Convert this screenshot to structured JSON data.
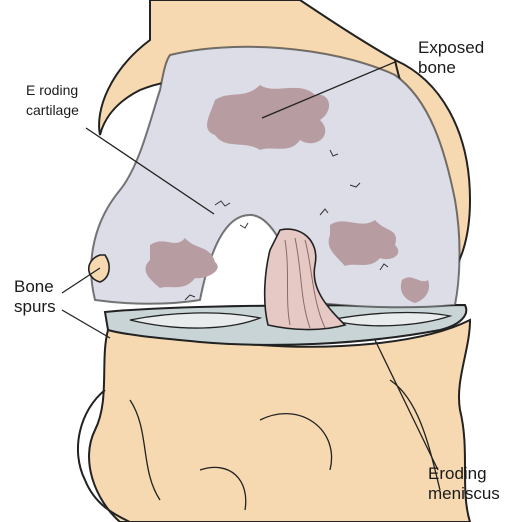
{
  "labels": {
    "exposed_bone": [
      "Exposed",
      "bone"
    ],
    "eroding_cartilage": [
      "E roding",
      "cartilage"
    ],
    "bone_spurs": [
      "Bone",
      "spurs"
    ],
    "eroding_meniscus": [
      "Eroding",
      "meniscus"
    ]
  },
  "colors": {
    "bone": "#f6d9b0",
    "bone_shadow": "#e9c596",
    "cartilage": "#dcdde6",
    "cartilage_light": "#e8e9f0",
    "exposed_bone": "#b79ca2",
    "meniscus": "#c8d4d6",
    "ligament": "#e6c9c4",
    "outline": "#222222"
  }
}
